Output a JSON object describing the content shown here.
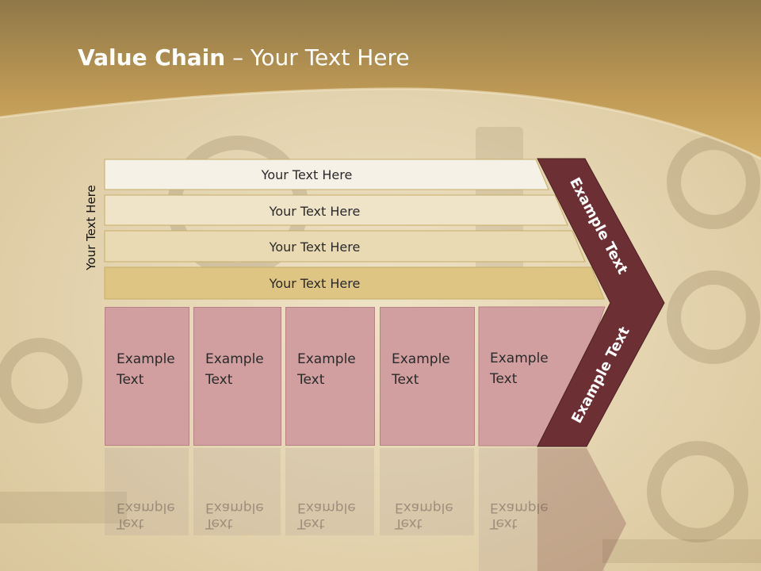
{
  "title": {
    "bold": "Value Chain",
    "rest": " – Your Text Here"
  },
  "side_label": "Your Text Here",
  "bars": [
    {
      "label": "Your Text Here",
      "color": "#f6f1e6"
    },
    {
      "label": "Your Text Here",
      "color": "#efe3c8"
    },
    {
      "label": "Your Text Here",
      "color": "#eadab3"
    },
    {
      "label": "Your Text Here",
      "color": "#dfc584"
    }
  ],
  "cells": [
    {
      "line1": "Example",
      "line2": "Text"
    },
    {
      "line1": "Example",
      "line2": "Text"
    },
    {
      "line1": "Example",
      "line2": "Text"
    },
    {
      "line1": "Example",
      "line2": "Text"
    },
    {
      "line1": "Example",
      "line2": "Text"
    }
  ],
  "arrow": {
    "top_label": "Example Text",
    "bottom_label": "Example Text",
    "color": "#6b2f34"
  },
  "colors": {
    "header": "#c8a25a",
    "cell_fill": "#d29fa1"
  }
}
